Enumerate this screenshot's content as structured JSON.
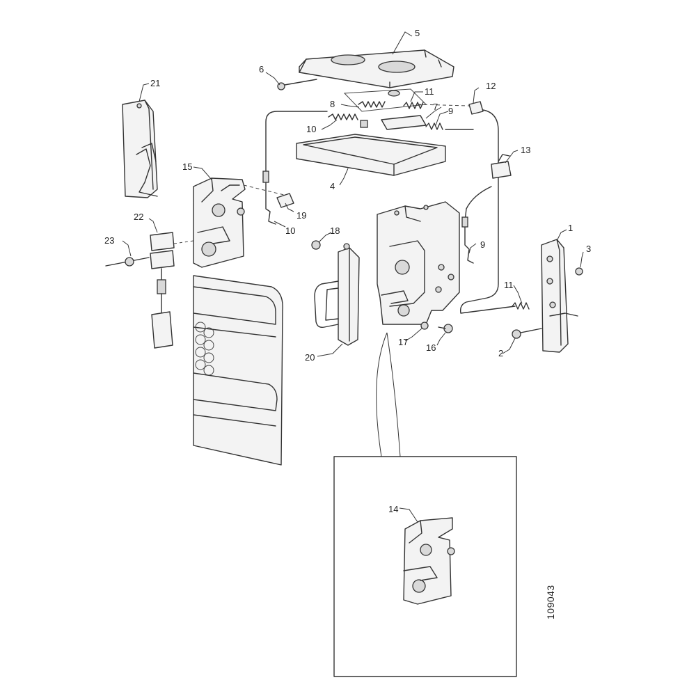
{
  "labels": {
    "p1": "1",
    "p2": "2",
    "p3": "3",
    "p4": "4",
    "p5": "5",
    "p6": "6",
    "p7": "7",
    "p8": "8",
    "p9a": "9",
    "p9b": "9",
    "p10a": "10",
    "p10b": "10",
    "p11a": "11",
    "p11b": "11",
    "p12": "12",
    "p13": "13",
    "p14": "14",
    "p15": "15",
    "p16": "16",
    "p17": "17",
    "p18": "18",
    "p19": "19",
    "p20": "20",
    "p21": "21",
    "p22": "22",
    "p23": "23"
  },
  "reference": "109043",
  "colors": {
    "line": "#333333",
    "background": "#ffffff"
  }
}
